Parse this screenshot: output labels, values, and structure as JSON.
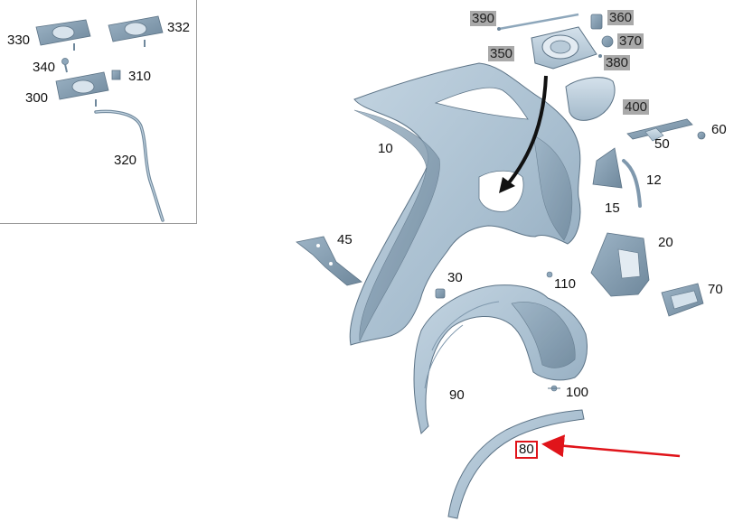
{
  "diagram": {
    "parts": [
      {
        "id": "330",
        "style": "plain"
      },
      {
        "id": "332",
        "style": "plain"
      },
      {
        "id": "340",
        "style": "plain"
      },
      {
        "id": "310",
        "style": "plain"
      },
      {
        "id": "300",
        "style": "plain"
      },
      {
        "id": "320",
        "style": "plain"
      },
      {
        "id": "390",
        "style": "boxed"
      },
      {
        "id": "360",
        "style": "boxed"
      },
      {
        "id": "370",
        "style": "boxed"
      },
      {
        "id": "350",
        "style": "boxed"
      },
      {
        "id": "380",
        "style": "boxed"
      },
      {
        "id": "400",
        "style": "boxed"
      },
      {
        "id": "60",
        "style": "plain"
      },
      {
        "id": "50",
        "style": "plain"
      },
      {
        "id": "10",
        "style": "plain"
      },
      {
        "id": "12",
        "style": "plain"
      },
      {
        "id": "15",
        "style": "plain"
      },
      {
        "id": "20",
        "style": "plain"
      },
      {
        "id": "45",
        "style": "plain"
      },
      {
        "id": "30",
        "style": "plain"
      },
      {
        "id": "110",
        "style": "plain"
      },
      {
        "id": "70",
        "style": "plain"
      },
      {
        "id": "90",
        "style": "plain"
      },
      {
        "id": "100",
        "style": "plain"
      },
      {
        "id": "80",
        "style": "highlighted"
      }
    ],
    "highlighted_part": "80",
    "colors": {
      "part_fill": "#a9bfd0",
      "part_shade": "#7f98ad",
      "part_edge": "#5d7487",
      "label_box": "#a9a9a9",
      "highlight": "#e0141a",
      "arrow": "#111111"
    }
  }
}
